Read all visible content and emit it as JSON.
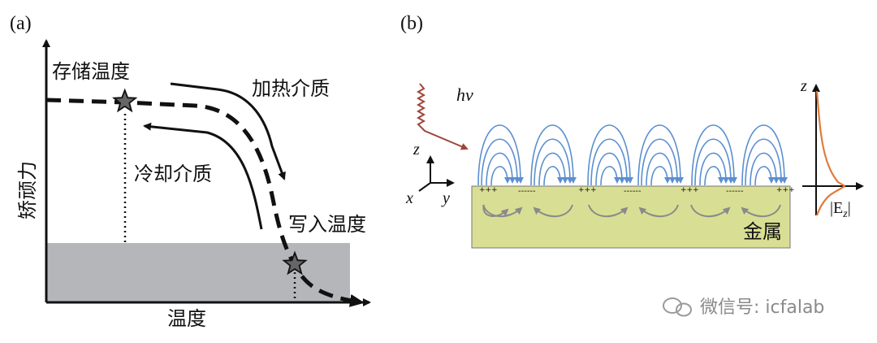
{
  "panel_a": {
    "label": "(a)",
    "ylabel": "矫顽力",
    "xlabel": "温度",
    "storage_temp_label": "存储温度",
    "heating_label": "加热介质",
    "cooling_label": "冷却介质",
    "write_temp_label": "写入温度"
  },
  "panel_b": {
    "label": "(b)",
    "photon_label": "hv",
    "axis_z": "z",
    "axis_x": "x",
    "axis_y": "y",
    "metal_label": "金属",
    "field_axis_z": "z",
    "field_label_main": "|E",
    "field_label_sub": "z",
    "field_label_end": "|",
    "plus_marks": "+++",
    "minus_marks": "------",
    "colors": {
      "field_lines": "#5b8fd0",
      "metal": "#d8df94",
      "photon": "#a0453a",
      "decay_curve": "#e07b3a",
      "shade": "#b4b6b9"
    }
  },
  "watermark": {
    "text": "微信号: icfalab"
  }
}
